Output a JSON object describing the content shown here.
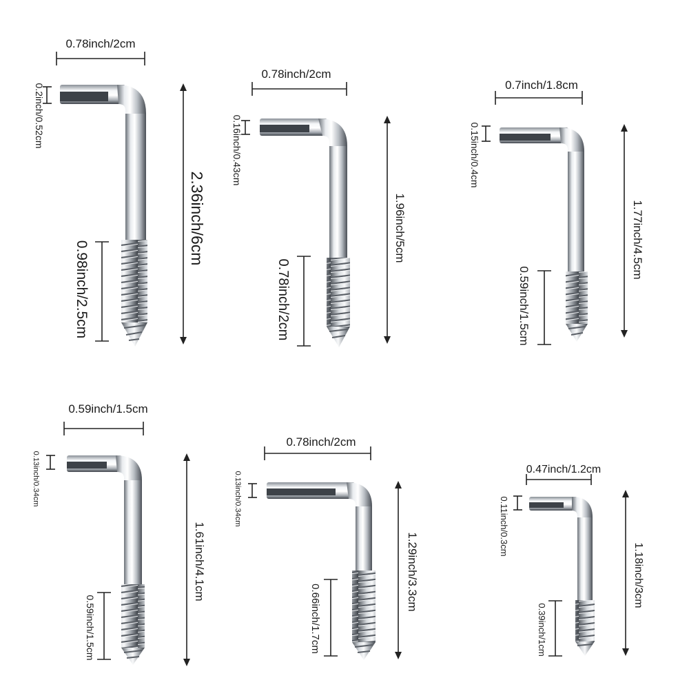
{
  "image": {
    "background": "#ffffff",
    "metal_colors": {
      "light": "#f4f6f8",
      "mid": "#b9bec4",
      "dark": "#4a4f56"
    },
    "hooks": [
      {
        "id": "hook-1",
        "hook_width": "0.78inch/2cm",
        "tip": "0.2inch/0.52cm",
        "length": "2.36inch/6cm",
        "thread": "0.98inch/2.5cm"
      },
      {
        "id": "hook-2",
        "hook_width": "0.78inch/2cm",
        "tip": "0.16inch/0.43cm",
        "length": "1.96inch/5cm",
        "thread": "0.78inch/2cm"
      },
      {
        "id": "hook-3",
        "hook_width": "0.7inch/1.8cm",
        "tip": "0.15inch/0.4cm",
        "length": "1.77inch/4.5cm",
        "thread": "0.59inch/1.5cm"
      },
      {
        "id": "hook-4",
        "hook_width": "0.59inch/1.5cm",
        "tip": "0.13inch/0.34cm",
        "length": "1.61inch/4.1cm",
        "thread": "0.59inch/1.5cm"
      },
      {
        "id": "hook-5",
        "hook_width": "0.78inch/2cm",
        "tip": "0.13inch/0.34cm",
        "length": "1.29inch/3.3cm",
        "thread": "0.66inch/1.7cm"
      },
      {
        "id": "hook-6",
        "hook_width": "0.47inch/1.2cm",
        "tip": "0.11inch/0.3cm",
        "length": "1.18inch/3cm",
        "thread": "0.39inch/1cm"
      }
    ]
  }
}
